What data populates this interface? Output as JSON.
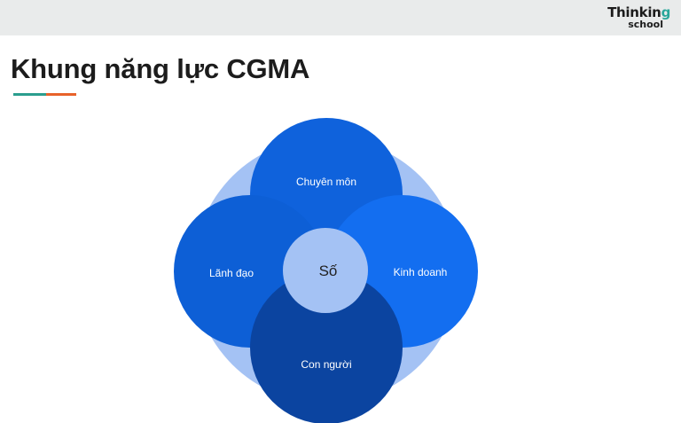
{
  "header": {
    "logo": {
      "line1": "Thinkin",
      "line1_accent": "g",
      "line2": "school"
    }
  },
  "slide": {
    "title": "Khung năng lực CGMA"
  },
  "diagram": {
    "center": "Số",
    "petals": {
      "top": "Chuyên môn",
      "left": "Lãnh đạo",
      "right": "Kinh doanh",
      "bottom": "Con người"
    }
  },
  "colors": {
    "outer_ring": "#a4c2f4",
    "top": "#0f62dc",
    "left": "#0d5fd6",
    "right": "#136ef0",
    "bottom": "#0b44a0",
    "center": "#a4c2f4",
    "accent_teal": "#2b9e8e",
    "accent_orange": "#e8622a"
  }
}
